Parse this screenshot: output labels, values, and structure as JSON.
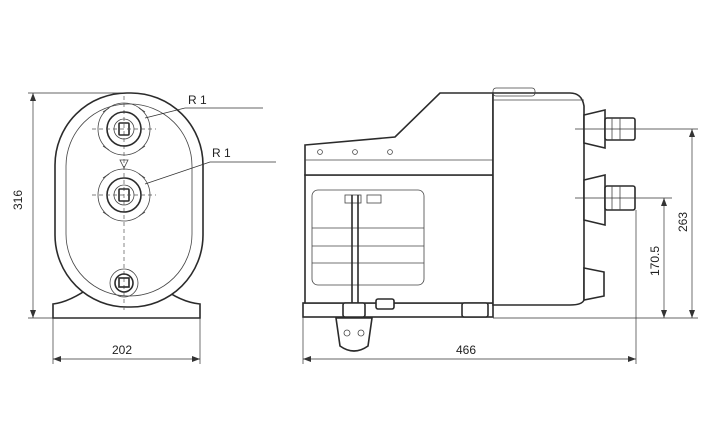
{
  "front_view": {
    "labels": {
      "upper_connection": "R 1",
      "lower_connection": "R 1"
    },
    "dims": {
      "height": "316",
      "width": "202"
    }
  },
  "side_view": {
    "dims": {
      "length": "466",
      "outlet_height": "263",
      "inlet_height": "170.5"
    }
  },
  "colors": {
    "line": "#2b2b2b",
    "background": "#ffffff"
  }
}
